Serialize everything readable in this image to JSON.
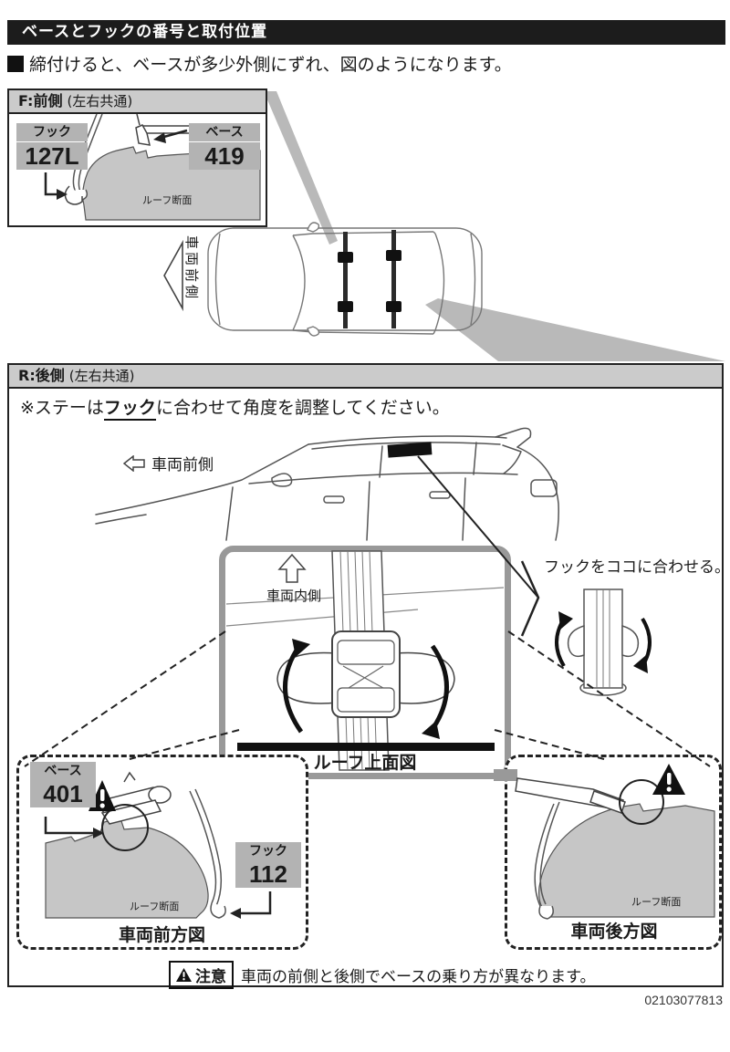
{
  "page": {
    "title": "ベースとフックの番号と取付位置",
    "intro": "締付けると、ベースが多少外側にずれ、図のようになります。",
    "part_code": "02103077813"
  },
  "front_section": {
    "heading": "F:前側",
    "heading_note": "(左右共通)",
    "hook_label": "フック",
    "hook_number": "127L",
    "base_label": "ベース",
    "base_number": "419",
    "roof_section_label": "ルーフ断面"
  },
  "top_view": {
    "front_label": "車両前側"
  },
  "rear_section": {
    "heading": "R:後側",
    "heading_note": "(左右共通)",
    "note_prefix": "※ステーは",
    "note_emphasis": "フック",
    "note_suffix": "に合わせて角度を調整してください。",
    "side_view_front_label": "車両前側",
    "hook_callout": "フックをココに合わせる。",
    "roof_inner_label": "車両内側",
    "roof_top_caption": "ルーフ上面図",
    "front_detail": {
      "base_label": "ベース",
      "base_number": "401",
      "hook_label": "フック",
      "hook_number": "112",
      "roof_section_label": "ルーフ断面",
      "caption": "車両前方図"
    },
    "rear_detail": {
      "roof_section_label": "ルーフ断面",
      "caption": "車両後方図"
    },
    "caution_label": "注意",
    "caution_text": "車両の前側と後側でベースの乗り方が異なります。"
  },
  "colors": {
    "ink": "#1a1a1a",
    "header_gray": "#cbcbcb",
    "chip_gray": "#b3b3b3",
    "roof_fill_gray": "#c6c6c6",
    "wedge_gray": "#b9b9b9"
  }
}
